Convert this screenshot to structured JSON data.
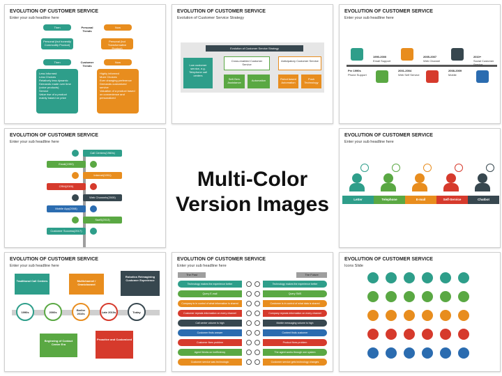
{
  "center": {
    "line1": "Multi-Color",
    "line2": "Version Images"
  },
  "slides": {
    "s1": {
      "title": "EVOLUTION OF CUSTOMER SERVICE",
      "sub": "Enter your sub headline here",
      "then1": "Then",
      "now1": "Now",
      "mid1": "Personal Trends",
      "left_small": "Personal (but honestly Commodity Product)",
      "right_small": "Personal (but Transformative Product)",
      "then2": "Then",
      "now2": "Now",
      "mid2": "Customer Trends",
      "left_list": [
        "Less Informed",
        "Less Choices",
        "Relatively less dynamic",
        "Demands made over time (voice products)",
        "Service",
        "Value rise of a product mainly based on price"
      ],
      "right_list": [
        "Highly informed",
        "More Choices",
        "Ever changing preference",
        "Demands customized service",
        "Valuation of a product based on convenience and personalized"
      ]
    },
    "s2": {
      "title": "EVOLUTION OF CUSTOMER SERVICE",
      "sub": "Evolution of Customer Service Strategy",
      "header": "Evolution of Customer Service Strategy",
      "b1": "Low customer service, e.g. Telephone call centers",
      "b2": "Cross-enabled Customer Service",
      "b2a": "Self-Serv Assistance",
      "b2b": "Automation",
      "b3": "Anticipatory Customer Service",
      "b3a": "Robot based Automation",
      "b3b": "Push Technology"
    },
    "s3": {
      "title": "EVOLUTION OF CUSTOMER SERVICE",
      "sub": "Enter your sub headline here",
      "items": [
        {
          "year": "Pre 1990s",
          "label": "Phone Support"
        },
        {
          "year": "1990-2000",
          "label": "Email Support"
        },
        {
          "year": "2001-2004",
          "label": "Web Self Service"
        },
        {
          "year": "2005-2007",
          "label": "Web Channel"
        },
        {
          "year": "2008-2009",
          "label": "Mobile"
        },
        {
          "year": "2010+",
          "label": "Social Customer Service"
        }
      ],
      "colors": [
        "#2e9e8a",
        "#5aa843",
        "#e88d1e",
        "#d63a2c",
        "#37474f",
        "#2b6cb0"
      ]
    },
    "s4": {
      "title": "EVOLUTION OF CUSTOMER SERVICE",
      "sub": "Enter your sub headline here",
      "items": [
        "Call Centers(1960s)",
        "Email(1990)",
        "Internet(1991)",
        "CRM(2000)",
        "Web Channels(2005)",
        "Mobile App(2008)",
        "SaaS(2013)",
        "Customer Success(2017)"
      ]
    },
    "s5": {
      "title": "EVOLUTION OF CUSTOMER SERVICE",
      "sub": "Enter your sub headline here",
      "steps": [
        "Letter",
        "Telephone",
        "E-mail",
        "Self-Service",
        "Chatbot"
      ]
    },
    "s6": {
      "title": "EVOLUTION OF CUSTOMER SERVICE",
      "sub": "Enter your sub headline here",
      "top": [
        "Traditional Call Centers",
        "Multichannel / Omnichannel",
        "Robotics Reimagining Customer Experience"
      ],
      "nodes": [
        "1990s",
        "2000s",
        "Earlier 2010s",
        "Late 2010s",
        "Today"
      ],
      "bottom": [
        "Beginning of Contact Center Era",
        "Proactive and Customized"
      ]
    },
    "s7": {
      "title": "EVOLUTION OF CUSTOMER SERVICE",
      "sub": "Enter your sub headline here",
      "past": "The Past",
      "future": "The Future",
      "rows": [
        [
          "Technology makes the experience better",
          "Technology makes the experience better"
        ],
        [
          "Query E-mail",
          "Query SMS"
        ],
        [
          "Company is in control of what information is shared",
          "Customer is in control of what data is shared"
        ],
        [
          "Customer repeats information on every channel",
          "Company repeats information on every channel"
        ],
        [
          "Call center volume is high",
          "Mobile messaging volume is high"
        ],
        [
          "Customer finds answer",
          "Content finds customer"
        ],
        [
          "Customer fixes problem",
          "Product fixes problem"
        ],
        [
          "Agent Works on Inefficiency",
          "The agent works through one system"
        ],
        [
          "Customer service was technologic",
          "Customer service gets technology changes"
        ]
      ],
      "colors": [
        "#2e9e8a",
        "#5aa843",
        "#e88d1e",
        "#d63a2c",
        "#37474f",
        "#2b6cb0",
        "#d63a2c",
        "#5aa843",
        "#e88d1e"
      ]
    },
    "s8": {
      "title": "EVOLUTION OF CUSTOMER SERVICE",
      "sub": "Icons Slide",
      "rows": [
        "#2e9e8a",
        "#5aa843",
        "#e88d1e",
        "#d63a2c",
        "#2b6cb0"
      ]
    }
  }
}
